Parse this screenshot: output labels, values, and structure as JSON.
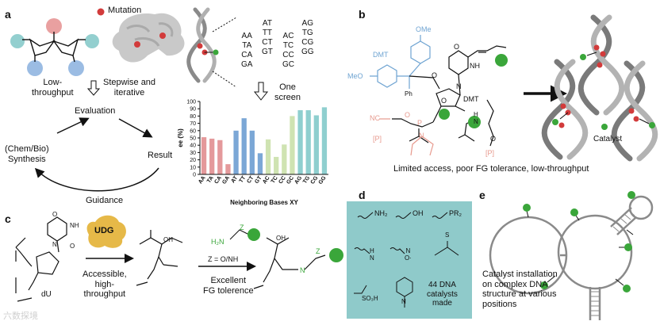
{
  "panels": {
    "a": "a",
    "b": "b",
    "c": "c",
    "d": "d",
    "e": "e"
  },
  "panel_a": {
    "mutation_legend": "Mutation",
    "low_throughput": "Low-\nthroughput",
    "stepwise": "Stepwise and\niterative",
    "evaluation": "Evaluation",
    "synthesis": "(Chem/Bio)\nSynthesis",
    "result": "Result",
    "guidance": "Guidance",
    "one_screen": "One\nscreen",
    "codon_col1": "AA\nTA\nCA\nGA",
    "codon_col2": "AT\nTT\nCT\nGT",
    "codon_col3": "AC\nTC\nCC\nGC",
    "codon_col4": "AG\nTG\nCG\nGG",
    "colors": {
      "mutation": "#d23b3b",
      "red": "#e9a0a0",
      "blue": "#9bbce3",
      "teal": "#93cfcf"
    }
  },
  "chart_data": {
    "type": "bar",
    "categories": [
      "AA",
      "TA",
      "CA",
      "GA",
      "AT",
      "TT",
      "CT",
      "GT",
      "AC",
      "TC",
      "CC",
      "GC",
      "AG",
      "TG",
      "CG",
      "GG"
    ],
    "values": [
      51,
      49,
      47,
      14,
      60,
      77,
      60,
      29,
      48,
      24,
      41,
      80,
      88,
      88,
      81,
      92
    ],
    "colors": [
      "#e4999b",
      "#e4999b",
      "#e4999b",
      "#e4999b",
      "#7ba7d6",
      "#7ba7d6",
      "#7ba7d6",
      "#7ba7d6",
      "#cfe3b2",
      "#cfe3b2",
      "#cfe3b2",
      "#cfe3b2",
      "#8fcfcf",
      "#8fcfcf",
      "#8fcfcf",
      "#8fcfcf"
    ],
    "ylabel": "ee (%)",
    "xlabel": "Neighboring Bases XY",
    "ylim": [
      0,
      100
    ],
    "yticks": [
      0,
      10,
      20,
      30,
      40,
      50,
      60,
      70,
      80,
      90,
      100
    ]
  },
  "panel_b": {
    "ome_top": "OMe",
    "dmt": "DMT",
    "meo": "MeO",
    "ph": "Ph",
    "o_a": "O",
    "n_a": "N",
    "nh": "NH",
    "o_b": "O",
    "o_c": "O",
    "nc": "NC",
    "o_p": "O",
    "p": "P",
    "n_p": "N",
    "bracket_p1": "[P]",
    "dmt_o": "DMT",
    "h_n": "H\nN",
    "bracket_p2": "[P]",
    "o_d": "O",
    "catalyst": "Catalyst",
    "caption": "Limited access, poor FG tolerance, low-throughput",
    "colors": {
      "catalyst": "#3aa63a",
      "dmt": "#6fa4d2",
      "phosphoramidite": "#e79a8e"
    }
  },
  "panel_c": {
    "o1": "O",
    "nh1": "NH",
    "n1": "N",
    "o2": "O",
    "udg": "UDG",
    "du": "dU",
    "accessible": "Accessible,\nhigh-\nthroughput",
    "oh": "OH",
    "z_eq": "Z = O/NH",
    "h2n": "H₂N",
    "z1": "Z",
    "excellent": "Excellent\nFG tolerence",
    "z2": "Z",
    "n2": "N",
    "oh2": "OH",
    "colors": {
      "udg": "#e6b948",
      "catalyst": "#3aa63a"
    }
  },
  "panel_d": {
    "groups": [
      "NH₂",
      "OH",
      "PR₂",
      "H\nN",
      "N\nO·",
      "S",
      "SO₃H",
      "N",
      "44 DNA\ncatalysts\nmade"
    ],
    "bg": "#8fcaca"
  },
  "panel_e": {
    "caption": "Catalyst installation\non complex DNA\nstructure at various\npositions"
  },
  "watermark": "六数探境"
}
